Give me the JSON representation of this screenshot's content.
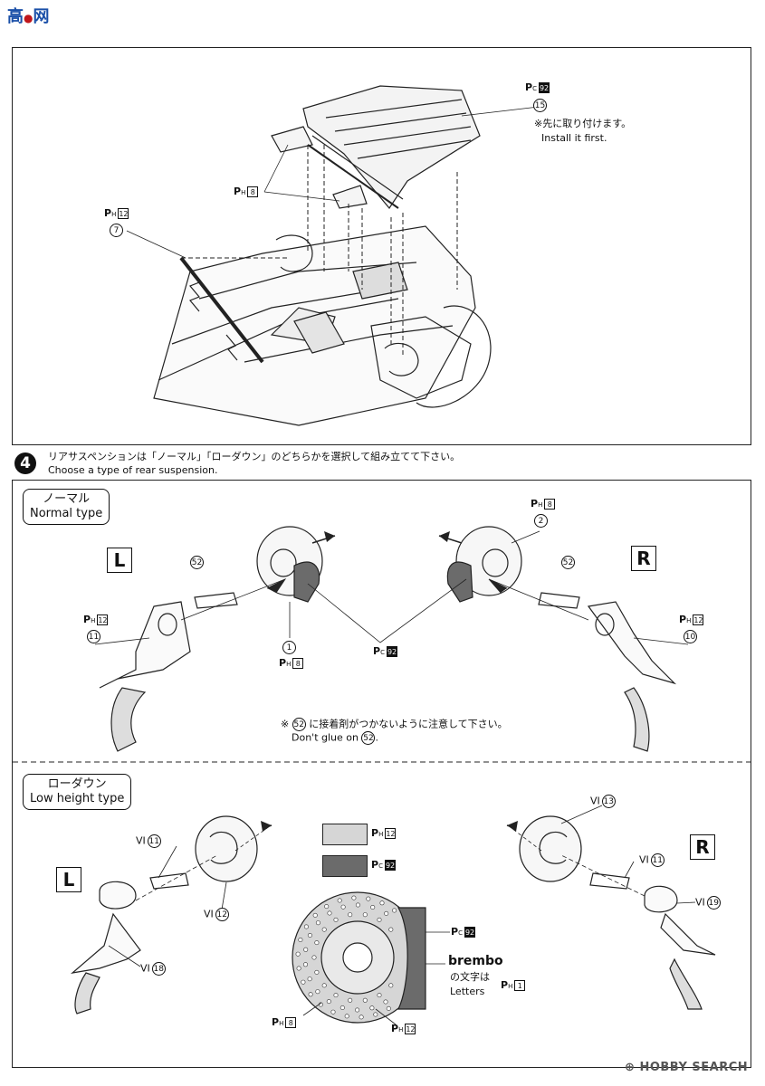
{
  "watermark_top": {
    "line1": "高",
    "line2": "网"
  },
  "top_panel": {
    "part15": {
      "paint": "92",
      "num": "15",
      "note_jp": "※先に取り付けます。",
      "note_en": "Install it first."
    },
    "part8": {
      "paint": "8"
    },
    "part7": {
      "paint": "12",
      "num": "7"
    }
  },
  "step4": {
    "number": "4",
    "title_jp": "リアサスペンションは「ノーマル」「ローダウン」のどちらかを選択して組み立てて下さい。",
    "title_en": "Choose a type of rear suspension."
  },
  "normal": {
    "label_jp": "ノーマル",
    "label_en": "Normal type",
    "left": "L",
    "right": "R",
    "part2": {
      "paint": "8",
      "num": "2"
    },
    "part52_left": "52",
    "part52_right": "52",
    "part11": {
      "paint": "12",
      "num": "11"
    },
    "part10": {
      "paint": "12",
      "num": "10"
    },
    "part1": {
      "paint": "8",
      "num": "1"
    },
    "caliper_paint": "92",
    "note_prefix": "※",
    "note_num": "52",
    "note_jp": "に接着剤がつかないように注意して下さい。",
    "note_en_pre": "Don't glue on",
    "note_en_num": "52",
    "note_en_post": "."
  },
  "lowdown": {
    "label_jp": "ローダウン",
    "label_en": "Low height type",
    "left": "L",
    "right": "R",
    "vi11_left": {
      "prefix": "VI",
      "num": "11"
    },
    "vi12": {
      "prefix": "VI",
      "num": "12"
    },
    "vi18": {
      "prefix": "VI",
      "num": "18"
    },
    "vi13": {
      "prefix": "VI",
      "num": "13"
    },
    "vi11_right": {
      "prefix": "VI",
      "num": "11"
    },
    "vi19": {
      "prefix": "VI",
      "num": "19"
    },
    "legend": [
      {
        "paint": "12",
        "color": "#d6d6d6"
      },
      {
        "paint": "92",
        "color": "#6b6b6b"
      }
    ],
    "disc_paint8": "8",
    "disc_paint12": "12",
    "caliper_paint": "92",
    "brembo_title": "brembo",
    "brembo_jp": "の文字は",
    "brembo_en": "Letters",
    "brembo_paint": "1"
  },
  "footer": {
    "hobby": "HOBBY SEARCH"
  }
}
